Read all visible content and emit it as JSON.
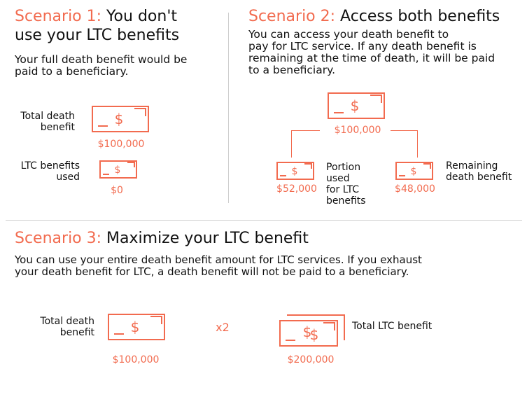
{
  "scenario1": {
    "heading_accent": "Scenario 1:",
    "heading_rest_line1": " You don't",
    "heading_line2": "use your LTC benefits",
    "description_line1": "Your full death benefit would be",
    "description_line2": "paid to a beneficiary.",
    "total_label_line1": "Total death",
    "total_label_line2": "benefit",
    "total_amount": "$100,000",
    "used_label_line1": "LTC benefits",
    "used_label_line2": "used",
    "used_amount": "$0"
  },
  "scenario2": {
    "heading_accent": "Scenario 2:",
    "heading_rest": " Access both benefits",
    "description_lines": [
      "You can access your death benefit to",
      "pay for LTC service. If any death benefit is",
      "remaining at the time of death, it will be paid",
      "to a beneficiary."
    ],
    "total_amount": "$100,000",
    "used_amount": "$52,000",
    "used_label_lines": [
      "Portion",
      "used",
      "for LTC",
      "benefits"
    ],
    "remaining_amount": "$48,000",
    "remaining_label_line1": "Remaining",
    "remaining_label_line2": "death benefit"
  },
  "scenario3": {
    "heading_accent": "Scenario 3:",
    "heading_rest": " Maximize your LTC benefit",
    "description_line1": "You can use your entire death benefit amount for LTC services. If you exhaust",
    "description_line2": "your death benefit for LTC, a death benefit will not be paid to a beneficiary.",
    "total_label_line1": "Total death",
    "total_label_line2": "benefit",
    "total_amount": "$100,000",
    "multiplier": "x2",
    "ltc_label": "Total LTC benefit",
    "ltc_amount": "$200,000"
  },
  "colors": {
    "accent": "#f26b4f",
    "text": "#111111",
    "divider": "#cfcfcf"
  },
  "icons": {
    "bill": "dollar-bill-icon",
    "double_bill": "double-dollar-bill-icon"
  }
}
